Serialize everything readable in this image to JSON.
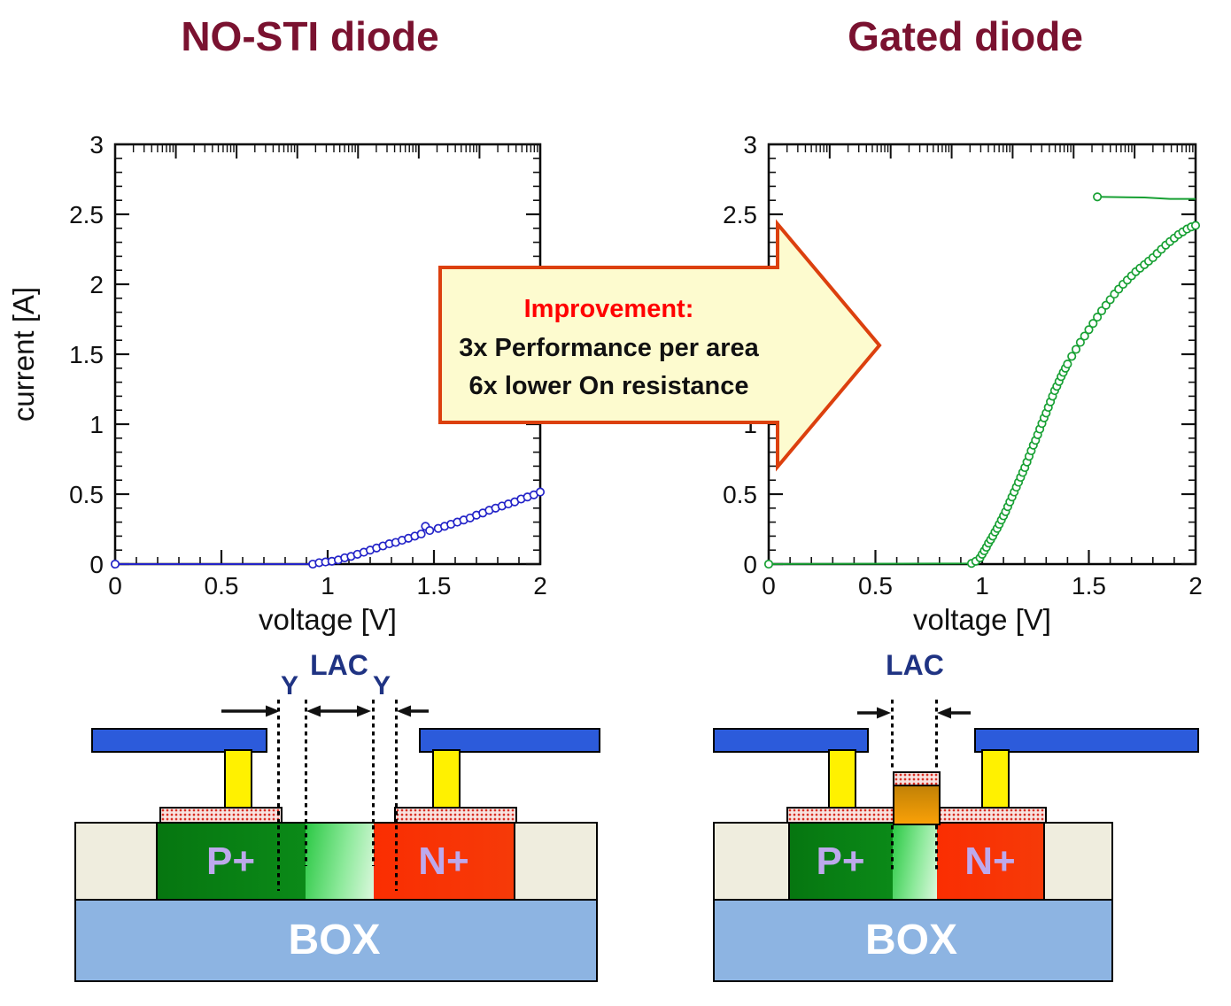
{
  "panels": {
    "left_title": "NO-STI diode",
    "right_title": "Gated diode",
    "title_color": "#7A1230"
  },
  "callout": {
    "heading": "Improvement:",
    "line1": "3x Performance per area",
    "line2": "6x lower On resistance",
    "heading_color": "#FF0000",
    "fill": "#FDFBCF",
    "border": "#DC400E"
  },
  "chart_data": [
    {
      "id": "no-sti-iv",
      "type": "line",
      "title": "NO-STI diode",
      "xlabel": "voltage [V]",
      "ylabel": "current [A]",
      "xlim": [
        0,
        2
      ],
      "ylim": [
        0,
        3
      ],
      "x_ticks": [
        "0",
        "0.5",
        "1",
        "1.5",
        "2"
      ],
      "y_ticks": [
        "0",
        "0.5",
        "1",
        "1.5",
        "2",
        "2.5",
        "3"
      ],
      "grid": false,
      "legend": "none",
      "series": [
        {
          "name": "NO-STI diode I-V",
          "color": "#2323C8",
          "marker": "open-circle",
          "markers": "all",
          "points": [
            [
              0,
              0
            ],
            [
              0.93,
              0
            ],
            [
              0.96,
              0.01
            ],
            [
              0.99,
              0.015
            ],
            [
              1.02,
              0.02
            ],
            [
              1.05,
              0.03
            ],
            [
              1.08,
              0.045
            ],
            [
              1.11,
              0.055
            ],
            [
              1.14,
              0.07
            ],
            [
              1.17,
              0.085
            ],
            [
              1.2,
              0.1
            ],
            [
              1.23,
              0.115
            ],
            [
              1.26,
              0.13
            ],
            [
              1.29,
              0.145
            ],
            [
              1.32,
              0.155
            ],
            [
              1.35,
              0.17
            ],
            [
              1.38,
              0.185
            ],
            [
              1.41,
              0.2
            ],
            [
              1.44,
              0.215
            ],
            [
              1.46,
              0.27
            ],
            [
              1.48,
              0.24
            ],
            [
              1.52,
              0.255
            ],
            [
              1.55,
              0.27
            ],
            [
              1.58,
              0.285
            ],
            [
              1.61,
              0.3
            ],
            [
              1.64,
              0.315
            ],
            [
              1.67,
              0.33
            ],
            [
              1.7,
              0.35
            ],
            [
              1.73,
              0.365
            ],
            [
              1.76,
              0.385
            ],
            [
              1.79,
              0.4
            ],
            [
              1.82,
              0.415
            ],
            [
              1.85,
              0.43
            ],
            [
              1.88,
              0.445
            ],
            [
              1.91,
              0.465
            ],
            [
              1.94,
              0.48
            ],
            [
              1.97,
              0.495
            ],
            [
              2,
              0.515
            ]
          ]
        }
      ]
    },
    {
      "id": "gated-iv",
      "type": "line",
      "title": "Gated diode",
      "xlabel": "voltage [V]",
      "ylabel": "",
      "xlim": [
        0,
        2
      ],
      "ylim": [
        0,
        3
      ],
      "x_ticks": [
        "0",
        "0.5",
        "1",
        "1.5",
        "2"
      ],
      "y_ticks": [
        "0",
        "0.5",
        "1",
        "1.5",
        "2",
        "2.5",
        "3"
      ],
      "grid": false,
      "legend": "none",
      "series": [
        {
          "name": "Gated diode I-V",
          "color": "#17A033",
          "marker": "open-circle",
          "markers": "all",
          "points": [
            [
              0,
              0
            ],
            [
              0.95,
              0.005
            ],
            [
              0.97,
              0.02
            ],
            [
              0.99,
              0.045
            ],
            [
              1,
              0.07
            ],
            [
              1.01,
              0.095
            ],
            [
              1.02,
              0.12
            ],
            [
              1.03,
              0.15
            ],
            [
              1.04,
              0.175
            ],
            [
              1.05,
              0.2
            ],
            [
              1.06,
              0.23
            ],
            [
              1.07,
              0.255
            ],
            [
              1.08,
              0.285
            ],
            [
              1.09,
              0.315
            ],
            [
              1.1,
              0.345
            ],
            [
              1.11,
              0.375
            ],
            [
              1.12,
              0.41
            ],
            [
              1.13,
              0.445
            ],
            [
              1.14,
              0.48
            ],
            [
              1.15,
              0.515
            ],
            [
              1.16,
              0.55
            ],
            [
              1.17,
              0.585
            ],
            [
              1.18,
              0.62
            ],
            [
              1.19,
              0.655
            ],
            [
              1.2,
              0.69
            ],
            [
              1.21,
              0.73
            ],
            [
              1.22,
              0.77
            ],
            [
              1.23,
              0.81
            ],
            [
              1.24,
              0.85
            ],
            [
              1.25,
              0.885
            ],
            [
              1.26,
              0.925
            ],
            [
              1.27,
              0.965
            ],
            [
              1.28,
              1.005
            ],
            [
              1.29,
              1.045
            ],
            [
              1.3,
              1.08
            ],
            [
              1.31,
              1.12
            ],
            [
              1.32,
              1.16
            ],
            [
              1.33,
              1.2
            ],
            [
              1.34,
              1.24
            ],
            [
              1.35,
              1.27
            ],
            [
              1.36,
              1.305
            ],
            [
              1.37,
              1.34
            ],
            [
              1.38,
              1.37
            ],
            [
              1.39,
              1.4
            ],
            [
              1.4,
              1.43
            ],
            [
              1.42,
              1.485
            ],
            [
              1.44,
              1.535
            ],
            [
              1.46,
              1.585
            ],
            [
              1.48,
              1.63
            ],
            [
              1.5,
              1.675
            ],
            [
              1.52,
              1.72
            ],
            [
              1.54,
              1.765
            ],
            [
              1.56,
              1.81
            ],
            [
              1.58,
              1.85
            ],
            [
              1.6,
              1.89
            ],
            [
              1.62,
              1.93
            ],
            [
              1.64,
              1.965
            ],
            [
              1.66,
              2
            ],
            [
              1.68,
              2.03
            ],
            [
              1.7,
              2.06
            ],
            [
              1.72,
              2.09
            ],
            [
              1.74,
              2.115
            ],
            [
              1.76,
              2.14
            ],
            [
              1.78,
              2.165
            ],
            [
              1.8,
              2.19
            ],
            [
              1.82,
              2.22
            ],
            [
              1.84,
              2.25
            ],
            [
              1.86,
              2.28
            ],
            [
              1.88,
              2.305
            ],
            [
              1.9,
              2.33
            ],
            [
              1.92,
              2.355
            ],
            [
              1.94,
              2.375
            ],
            [
              1.96,
              2.395
            ],
            [
              1.98,
              2.41
            ],
            [
              2,
              2.42
            ]
          ]
        },
        {
          "name": "saturation segment",
          "color": "#17A033",
          "marker": "open-circle",
          "markers": "first",
          "points": [
            [
              1.54,
              2.625
            ],
            [
              1.76,
              2.62
            ],
            [
              1.88,
              2.61
            ],
            [
              2,
              2.61
            ]
          ]
        }
      ]
    }
  ],
  "diagrams": {
    "no_sti": {
      "lac_label": "LAC",
      "y_label_left": "Y",
      "y_label_right": "Y",
      "p_label": "P+",
      "n_label": "N+",
      "box_label": "BOX"
    },
    "gated": {
      "lac_label": "LAC",
      "p_label": "P+",
      "n_label": "N+",
      "box_label": "BOX"
    }
  },
  "colors": {
    "title_maroon": "#7A1230",
    "curve_blue": "#2323C8",
    "curve_green": "#17A033",
    "metal_blue": "#2C5BDB",
    "via_yellow": "#FFF100",
    "silicide_pink": "#F7E2DF",
    "p_plus_green": "#067610",
    "n_plus_red": "#FA2E02",
    "box_blue": "#8DB4E2",
    "annotation_navy": "#1F3383",
    "region_label_lavender": "#BDA9EC"
  }
}
